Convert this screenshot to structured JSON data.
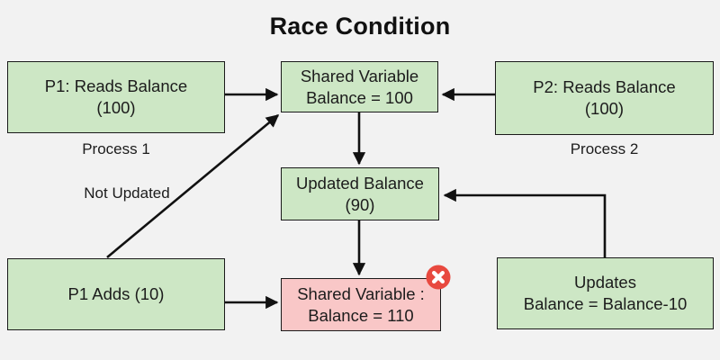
{
  "title": "Race Condition",
  "colors": {
    "background": "#f2f2f2",
    "box_green": "#cde7c5",
    "box_pink": "#f9c7c7",
    "box_border": "#1a1a1a",
    "arrow": "#111111",
    "error_red": "#e8493f",
    "text": "#1c1c1c"
  },
  "boxes": {
    "p1_reads": {
      "text": "P1: Reads Balance\n(100)"
    },
    "shared_top": {
      "text": "Shared Variable\nBalance  = 100"
    },
    "p2_reads": {
      "text": "P2: Reads Balance\n(100)"
    },
    "updated": {
      "text": "Updated Balance\n(90)"
    },
    "shared_final": {
      "text": "Shared Variable :\nBalance = 110"
    },
    "p1_adds": {
      "text": "P1 Adds (10)"
    },
    "updates": {
      "text": "Updates\nBalance = Balance-10"
    }
  },
  "labels": {
    "process1": "Process 1",
    "process2": "Process 2",
    "not_updated": "Not Updated"
  },
  "icons": {
    "error": "x-circle"
  }
}
